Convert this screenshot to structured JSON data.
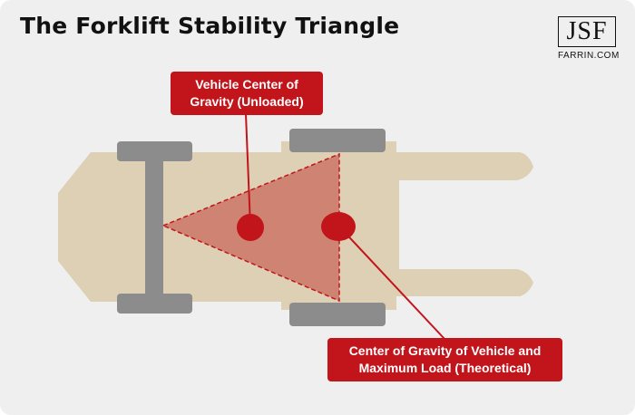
{
  "header": {
    "title": "The Forklift Stability Triangle"
  },
  "logo": {
    "mark": "JSF",
    "subtitle": "FARRIN.COM"
  },
  "callouts": {
    "unloaded": {
      "line1": "Vehicle Center of",
      "line2": "Gravity (Unloaded)"
    },
    "loaded": {
      "line1": "Center of Gravity of Vehicle and",
      "line2": "Maximum Load (Theoretical)"
    }
  },
  "colors": {
    "background": "#efefef",
    "forklift_body": "#ddd0b5",
    "wheels": "#8c8c8c",
    "triangle_fill": "#cf8473",
    "accent_red": "#c2141b"
  }
}
